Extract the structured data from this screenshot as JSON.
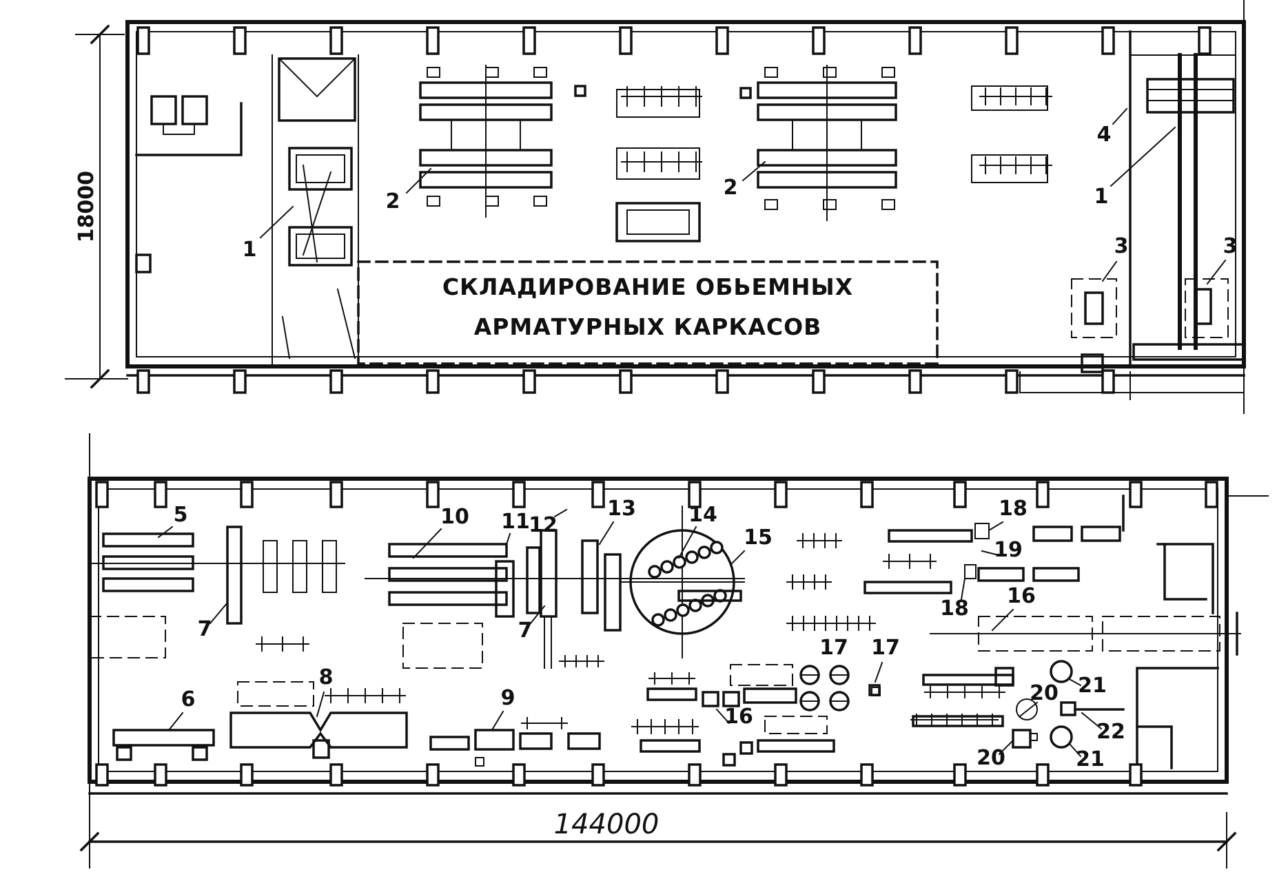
{
  "dimensions": {
    "width": "18000",
    "length": "144000"
  },
  "storage_area_label": {
    "line1": "СКЛАДИРОВАНИЕ ОБЬЕМНЫХ",
    "line2": "АРМАТУРНЫХ КАРКАСОВ"
  },
  "top_plan_labels": [
    "1",
    "2",
    "2",
    "4",
    "1",
    "3",
    "3"
  ],
  "bottom_plan_labels": [
    "5",
    "10",
    "11",
    "12",
    "13",
    "14",
    "15",
    "18",
    "19",
    "18",
    "16",
    "7",
    "7",
    "8",
    "6",
    "9",
    "17",
    "17",
    "16",
    "20",
    "21",
    "22",
    "20",
    "21"
  ]
}
